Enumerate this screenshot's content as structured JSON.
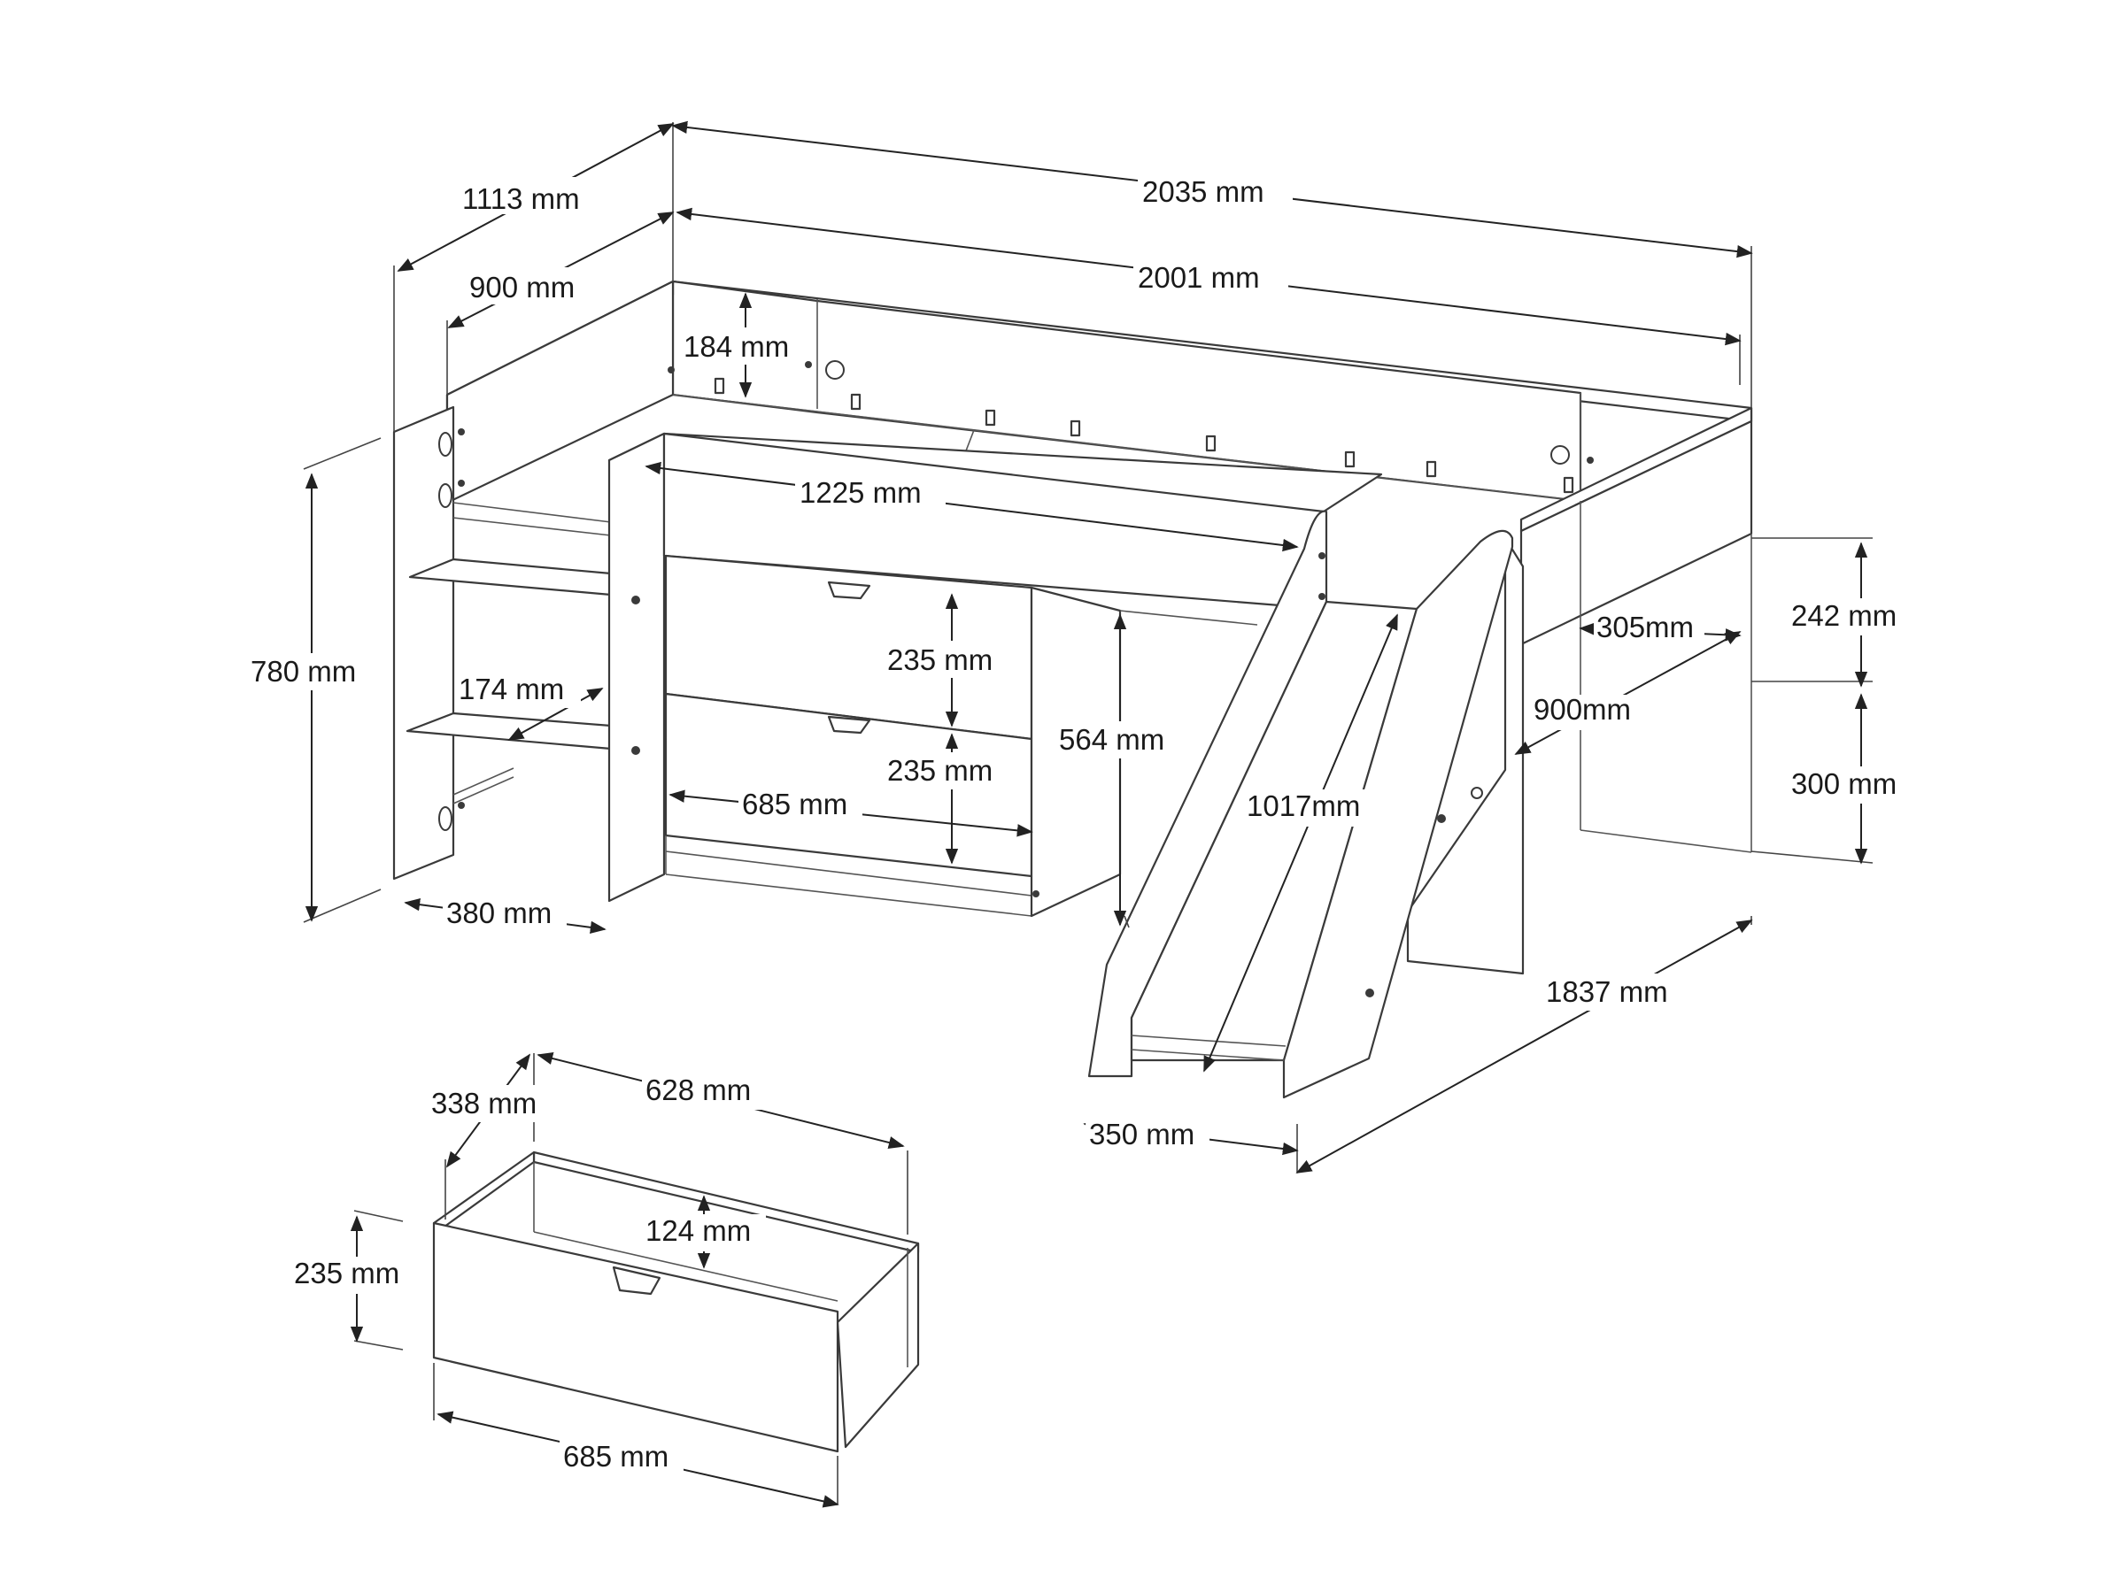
{
  "dimensions": {
    "depth_outer": "1113 mm",
    "depth_inner": "900 mm",
    "length_outer": "2035 mm",
    "length_inner": "2001 mm",
    "rail_height": "184 mm",
    "desk_length": "1225 mm",
    "drawer_height_top": "235 mm",
    "drawer_height_bottom": "235 mm",
    "cabinet_height": "564 mm",
    "total_height": "780 mm",
    "shelf_gap": "174 mm",
    "cabinet_width": "685 mm",
    "shelf_unit_depth": "380 mm",
    "slide_length": "1017mm",
    "slide_width": "350 mm",
    "slide_projection": "1837 mm",
    "end_shelf_depth": "305mm",
    "end_shelf_width": "900mm",
    "end_upper_height": "242 mm",
    "end_lower_height": "300 mm"
  },
  "drawer": {
    "depth": "338 mm",
    "width_back": "628 mm",
    "inner_height": "124 mm",
    "height": "235 mm",
    "width_front": "685 mm"
  },
  "colors": {
    "line": "#3a3a3a",
    "background": "#ffffff",
    "text": "#1a1a1a"
  }
}
